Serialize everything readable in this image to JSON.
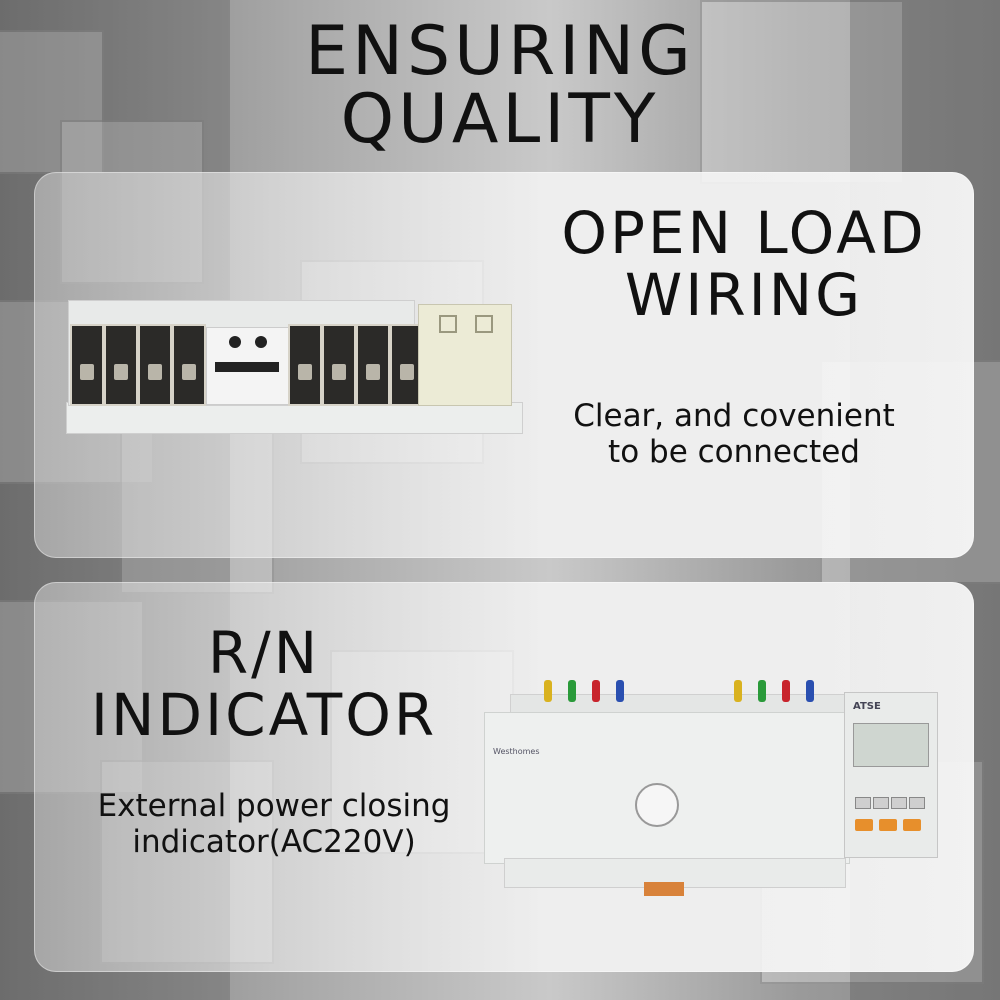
{
  "header": {
    "line1": "ENSURING",
    "line2": "QUALITY"
  },
  "sections": [
    {
      "title_line1": "OPEN LOAD",
      "title_line2": "WIRING",
      "desc_line1": "Clear, and covenient",
      "desc_line2": "to be connected"
    },
    {
      "title_line1": "R/N",
      "title_line2": "INDICATOR",
      "desc_line1": "External power closing",
      "desc_line2": "indicator(AC220V)"
    }
  ],
  "product2": {
    "brand": "Westhomes",
    "lcd_label": "ATSE"
  },
  "colors": {
    "text": "#111111",
    "panel": "#f2f2f2",
    "accent_button": "#e78f2c"
  },
  "wire_colors": [
    "#d9b21f",
    "#2a9a3a",
    "#c8242c",
    "#2a4fb0"
  ]
}
